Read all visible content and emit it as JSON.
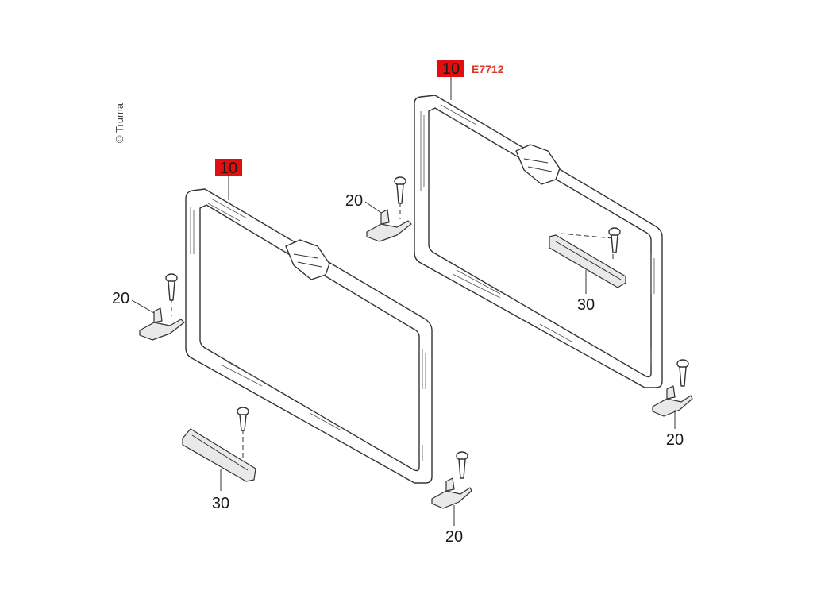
{
  "copyright": "© Truma",
  "drawing_code": "E7712",
  "callouts": {
    "frame_left": "10",
    "frame_right": "10",
    "bracket_left_top": "20",
    "bracket_right_top": "20",
    "bracket_right_bottom": "20",
    "bracket_bottom_center": "20",
    "rail_left": "30",
    "rail_right": "30"
  },
  "colors": {
    "highlight": "#e01010",
    "code_text": "#e0382a",
    "line": "#333333"
  }
}
